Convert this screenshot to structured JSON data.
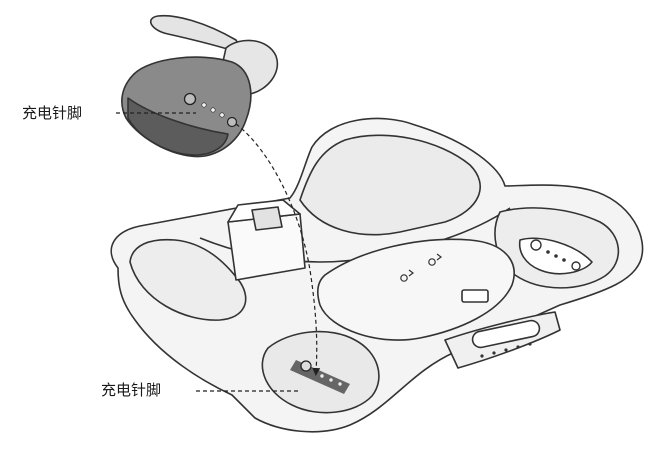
{
  "labels": {
    "earbud_pins": "充电针脚",
    "case_pins": "充电针脚"
  },
  "colors": {
    "outline": "#333333",
    "case_fill": "#f4f4f4",
    "bud_body": "#8a8a8a",
    "bud_dark": "#5c5c5c",
    "tip": "#e6e6e6"
  },
  "icons": {
    "earbud": "earbud-illustration",
    "case": "charging-case-illustration"
  }
}
